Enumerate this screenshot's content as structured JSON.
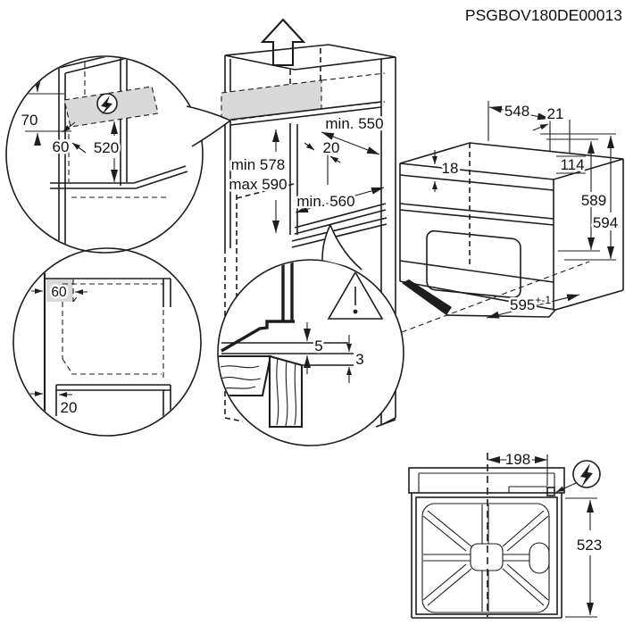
{
  "title": "PSGBOV180DE00013",
  "colors": {
    "line": "#1d1d1d",
    "shade": "#d9d9d9",
    "background": "#ffffff"
  },
  "icons": {
    "electrical": "lightning-bolt-in-circle",
    "warning": "exclamation-triangle",
    "direction": "hollow-up-arrow"
  },
  "niche": {
    "depth": "min. 550",
    "rear_gap": "20",
    "height_min": "min 578",
    "height_max": "max 590",
    "width": "min. 560"
  },
  "mains_detail": {
    "zone_height": "70",
    "zone_depth": "60",
    "height_above_shelf": "520"
  },
  "plan_detail": {
    "zone_width": "60",
    "front_clearance": "20"
  },
  "gap_detail": {
    "upper_gap": "5",
    "lower_gap": "3"
  },
  "oven": {
    "depth": "548",
    "handle_depth": "21",
    "top_recess": "18",
    "control_panel_height": "114",
    "height_rear": "589",
    "height_front": "594",
    "width": "595",
    "width_tolerance": "+-1"
  },
  "rear": {
    "mains_offset": "198",
    "fixing_height": "523"
  }
}
